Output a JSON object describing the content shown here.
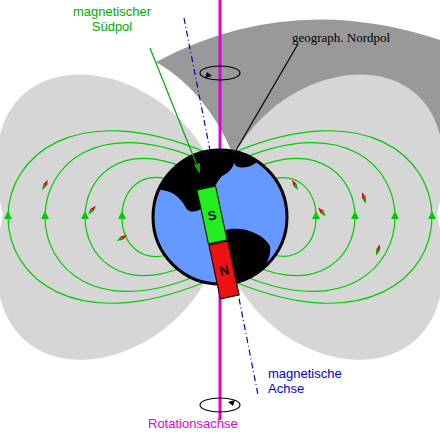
{
  "diagram": {
    "nodes": [
      {
        "text": [
          "S"
        ]
      },
      {
        "text": [
          "N"
        ]
      }
    ],
    "labels": [
      "magnetischer Südpol",
      "geograph. Nordpol",
      "magnetische Achse",
      "Rotationsachse"
    ]
  }
}
